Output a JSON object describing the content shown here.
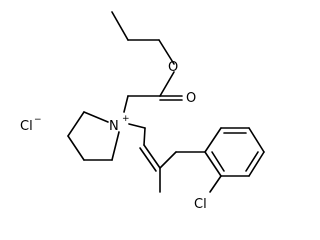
{
  "molecule": {
    "atoms": {
      "oxygen_ester": "O",
      "oxygen_carbonyl": "O",
      "nitrogen": "N",
      "nitrogen_charge": "+",
      "chlorine_aryl": "Cl"
    },
    "counterion": {
      "symbol": "Cl",
      "charge": "−"
    }
  }
}
